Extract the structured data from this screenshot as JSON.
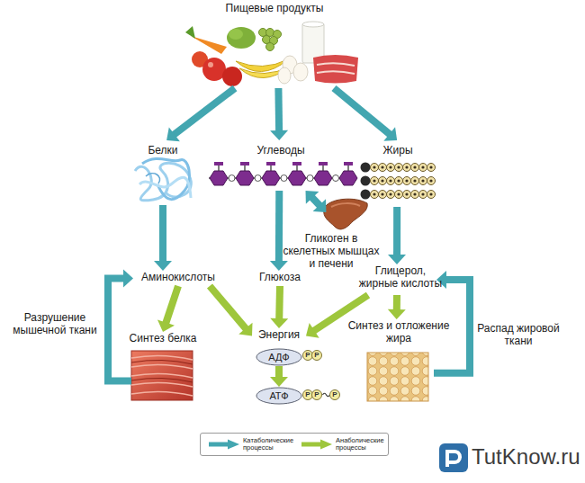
{
  "diagram": {
    "nodes": [
      {
        "text": [
          "Пищевые продукты"
        ]
      },
      {
        "text": [
          "Белки"
        ]
      },
      {
        "text": [
          "Углеводы"
        ]
      },
      {
        "text": [
          "Жиры"
        ]
      },
      {
        "text": [
          "Гликоген в скелетных мышцах и печени"
        ]
      },
      {
        "text": [
          "Аминокислоты"
        ]
      },
      {
        "text": [
          "Глюкоза"
        ]
      },
      {
        "text": [
          "Глицерол, жирные кислоты"
        ]
      },
      {
        "text": [
          "Синтез белка"
        ]
      },
      {
        "text": [
          "Энергия"
        ]
      },
      {
        "text": [
          "АДФ"
        ]
      },
      {
        "text": [
          "АТФ"
        ]
      },
      {
        "text": [
          "Синтез и отложение жира"
        ]
      }
    ],
    "edges": [
      {
        "from": 0,
        "to": 1,
        "arrow": "to"
      },
      {
        "from": 0,
        "to": 2,
        "arrow": "to"
      },
      {
        "from": 0,
        "to": 3,
        "arrow": "to"
      },
      {
        "from": 2,
        "to": 4,
        "arrow": "both"
      },
      {
        "from": 1,
        "to": 5,
        "arrow": "to"
      },
      {
        "from": 2,
        "to": 6,
        "arrow": "to"
      },
      {
        "from": 3,
        "to": 7,
        "arrow": "to"
      },
      {
        "from": 5,
        "to": 8,
        "arrow": "to"
      },
      {
        "from": 5,
        "to": 9,
        "arrow": "to"
      },
      {
        "from": 6,
        "to": 9,
        "arrow": "to"
      },
      {
        "from": 7,
        "to": 9,
        "arrow": "to"
      },
      {
        "from": 7,
        "to": 12,
        "arrow": "to"
      },
      {
        "from": 8,
        "to": 5,
        "arrow": "to",
        "label": "Разрушение мышечной ткани"
      },
      {
        "from": 12,
        "to": 7,
        "arrow": "to",
        "label": "Распад жировой ткани"
      },
      {
        "from": 10,
        "to": 11,
        "arrow": "to"
      }
    ],
    "labels": [
      "P",
      "P",
      "P",
      "P",
      "P",
      "TutKnow.ru"
    ],
    "legend": [
      {
        "text": "Катаболические процессы"
      },
      {
        "text": "Анаболические процессы"
      }
    ]
  }
}
